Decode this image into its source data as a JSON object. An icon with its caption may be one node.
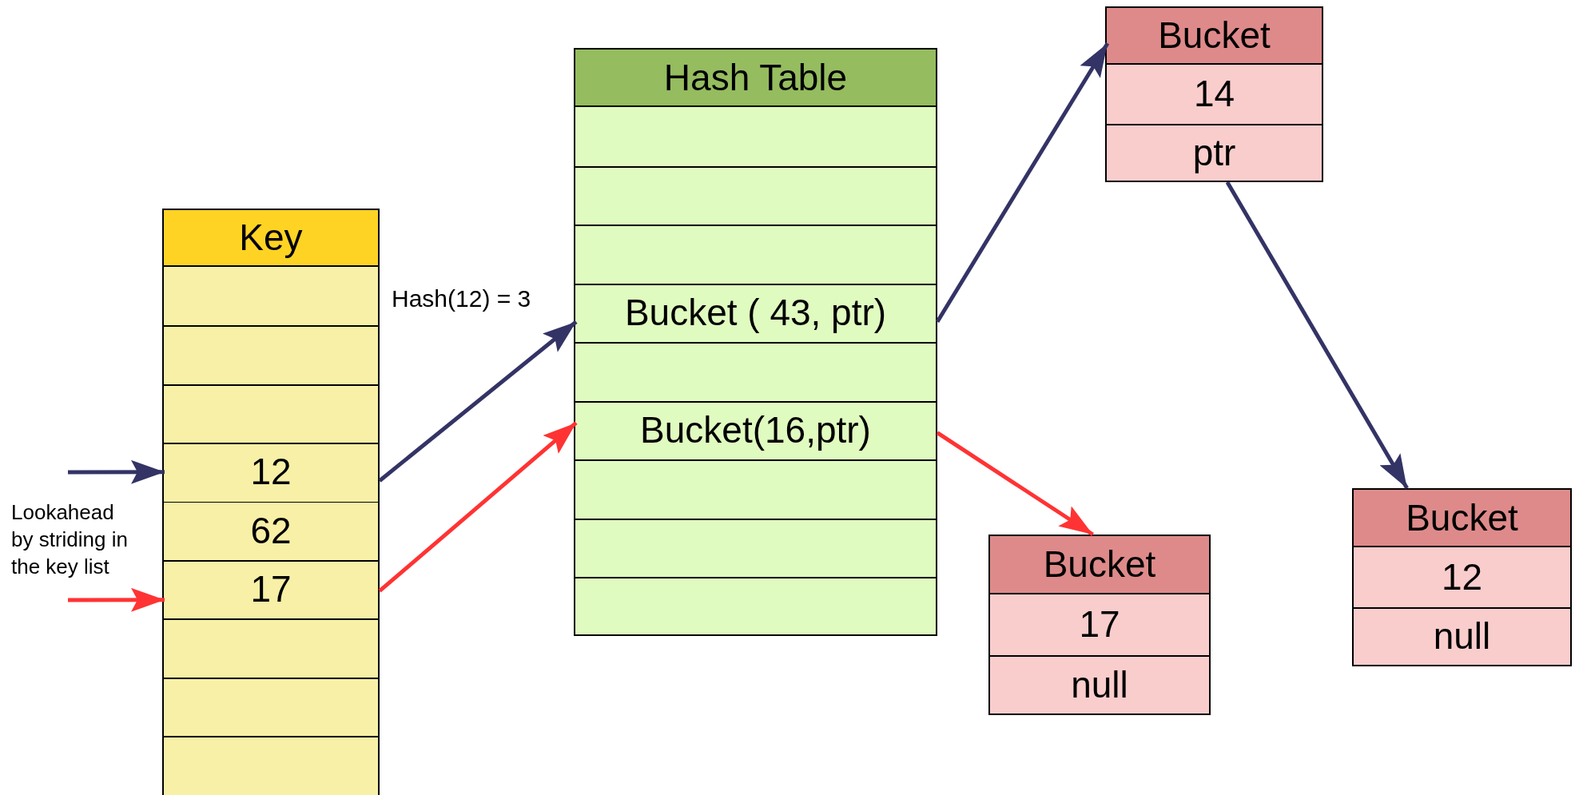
{
  "diagram": {
    "nodes": [
      {
        "text": [
          "Key"
        ]
      },
      {
        "text": [
          "12"
        ],
        "in": 0
      },
      {
        "text": [
          "62"
        ],
        "in": 0
      },
      {
        "text": [
          "17"
        ],
        "in": 0
      },
      {
        "text": [
          "Hash Table"
        ]
      },
      {
        "text": [
          "Bucket ( 43, ptr)"
        ],
        "in": 4
      },
      {
        "text": [
          "Bucket(16,ptr)"
        ],
        "in": 4
      },
      {
        "text": [
          "Bucket"
        ]
      },
      {
        "text": [
          "14"
        ],
        "in": 7
      },
      {
        "text": [
          "ptr"
        ],
        "in": 7
      },
      {
        "text": [
          "Bucket"
        ]
      },
      {
        "text": [
          "17"
        ],
        "in": 10
      },
      {
        "text": [
          "null"
        ],
        "in": 10
      },
      {
        "text": [
          "Bucket"
        ]
      },
      {
        "text": [
          "12"
        ],
        "in": 13
      },
      {
        "text": [
          "null"
        ],
        "in": 13
      }
    ],
    "edges": [
      {
        "from": null,
        "to": 1,
        "arrow": "to"
      },
      {
        "from": null,
        "to": 3,
        "arrow": "to",
        "color": "#ff3333"
      },
      {
        "from": 1,
        "to": 5,
        "arrow": "to",
        "label": "Hash(12) = 3"
      },
      {
        "from": 3,
        "to": 6,
        "arrow": "to",
        "color": "#ff3333"
      },
      {
        "from": 5,
        "to": 7,
        "arrow": "to"
      },
      {
        "from": 9,
        "to": 13,
        "arrow": "to"
      },
      {
        "from": 6,
        "to": 10,
        "arrow": "to",
        "color": "#ff3333"
      }
    ],
    "labels": [
      "Lookahead by striding in the key list"
    ]
  }
}
